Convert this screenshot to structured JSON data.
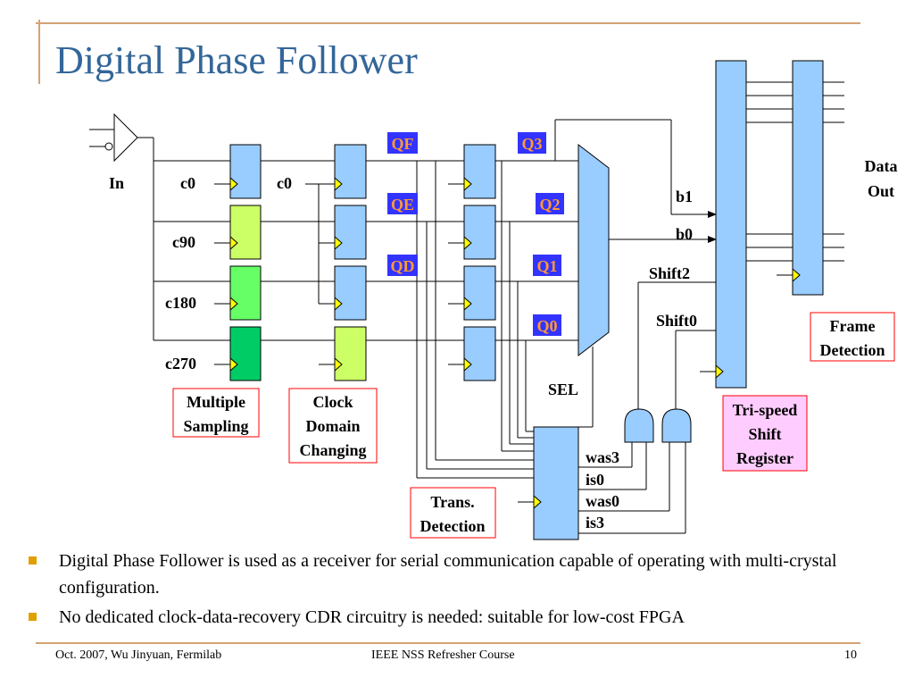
{
  "title": "Digital Phase Follower",
  "colors": {
    "title": "#336699",
    "frame": "#d4a373",
    "accent_bullet": "#e0a000",
    "register_fill": "#99ccff",
    "yellow_fill": "#ccff66",
    "light_green_fill": "#66ff66",
    "green_fill": "#00cc66",
    "q_label_fill": "#3333ff",
    "q_label_text": "#ff9933",
    "label_border": "#ff0000",
    "pink_fill": "#ffccff"
  },
  "diagram": {
    "input_label": "In",
    "clock_labels": [
      "c0",
      "c90",
      "c180",
      "c270"
    ],
    "clock_label_stage2": "c0",
    "q_labels_left": [
      "QF",
      "QE",
      "QD"
    ],
    "q_labels_right": [
      "Q3",
      "Q2",
      "Q1",
      "Q0"
    ],
    "sel_label": "SEL",
    "bit_labels": [
      "b1",
      "b0"
    ],
    "shift_labels": [
      "Shift2",
      "Shift0"
    ],
    "trans_outputs": [
      "was3",
      "is0",
      "was0",
      "is3"
    ],
    "data_out": [
      "Data",
      "Out"
    ],
    "boxes": {
      "multiple_sampling": [
        "Multiple",
        "Sampling"
      ],
      "clock_domain": [
        "Clock",
        "Domain",
        "Changing"
      ],
      "trans_detection": [
        "Trans.",
        "Detection"
      ],
      "frame_detection": [
        "Frame",
        "Detection"
      ],
      "shift_register": [
        "Tri-speed",
        "Shift",
        "Register"
      ]
    }
  },
  "bullets": [
    "Digital Phase Follower is used as a receiver for serial communication capable of operating with multi-crystal configuration.",
    "No dedicated clock-data-recovery CDR circuitry is needed: suitable for low-cost FPGA"
  ],
  "footer": {
    "left": "Oct. 2007, Wu Jinyuan, Fermilab",
    "center": "IEEE NSS Refresher Course",
    "page": "10"
  }
}
